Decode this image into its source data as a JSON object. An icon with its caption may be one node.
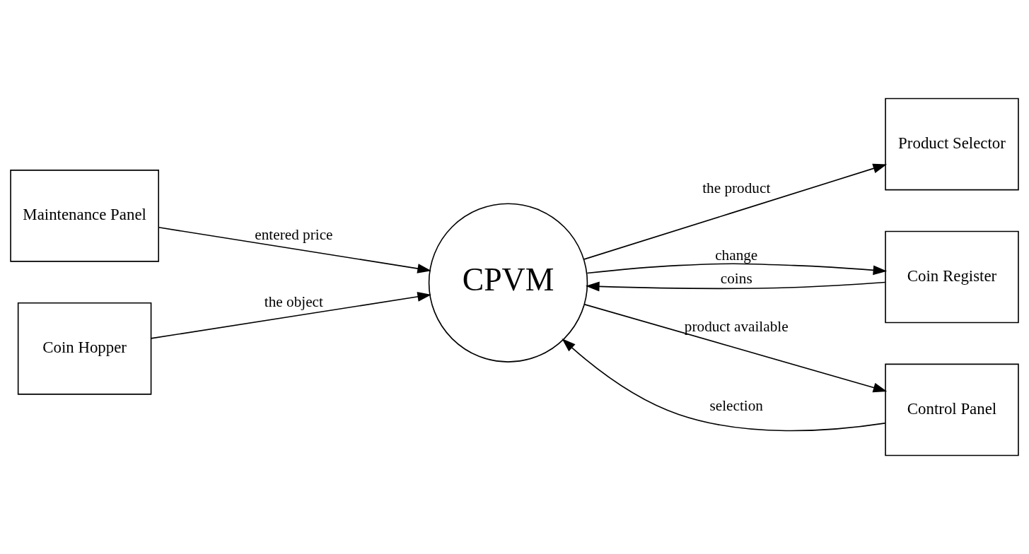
{
  "diagram": {
    "nodes": [
      {
        "text": [
          "Maintenance Panel"
        ]
      },
      {
        "text": [
          "CPVM"
        ]
      },
      {
        "text": [
          "Product Selector"
        ]
      },
      {
        "text": [
          "Coin Hopper"
        ]
      },
      {
        "text": [
          "Coin Register"
        ]
      },
      {
        "text": [
          "Control Panel"
        ]
      }
    ],
    "edges": [
      {
        "from": 0,
        "to": 1,
        "arrow": "to",
        "label": "entered price"
      },
      {
        "from": 1,
        "to": 2,
        "arrow": "to",
        "label": "the product"
      },
      {
        "from": 3,
        "to": 1,
        "arrow": "to",
        "label": "the object"
      },
      {
        "from": 4,
        "to": 1,
        "arrow": "to",
        "label": "coins"
      },
      {
        "from": 1,
        "to": 4,
        "arrow": "to",
        "label": "change"
      },
      {
        "from": 5,
        "to": 1,
        "arrow": "to",
        "label": "selection"
      },
      {
        "from": 1,
        "to": 5,
        "arrow": "to",
        "label": "product available"
      }
    ]
  }
}
